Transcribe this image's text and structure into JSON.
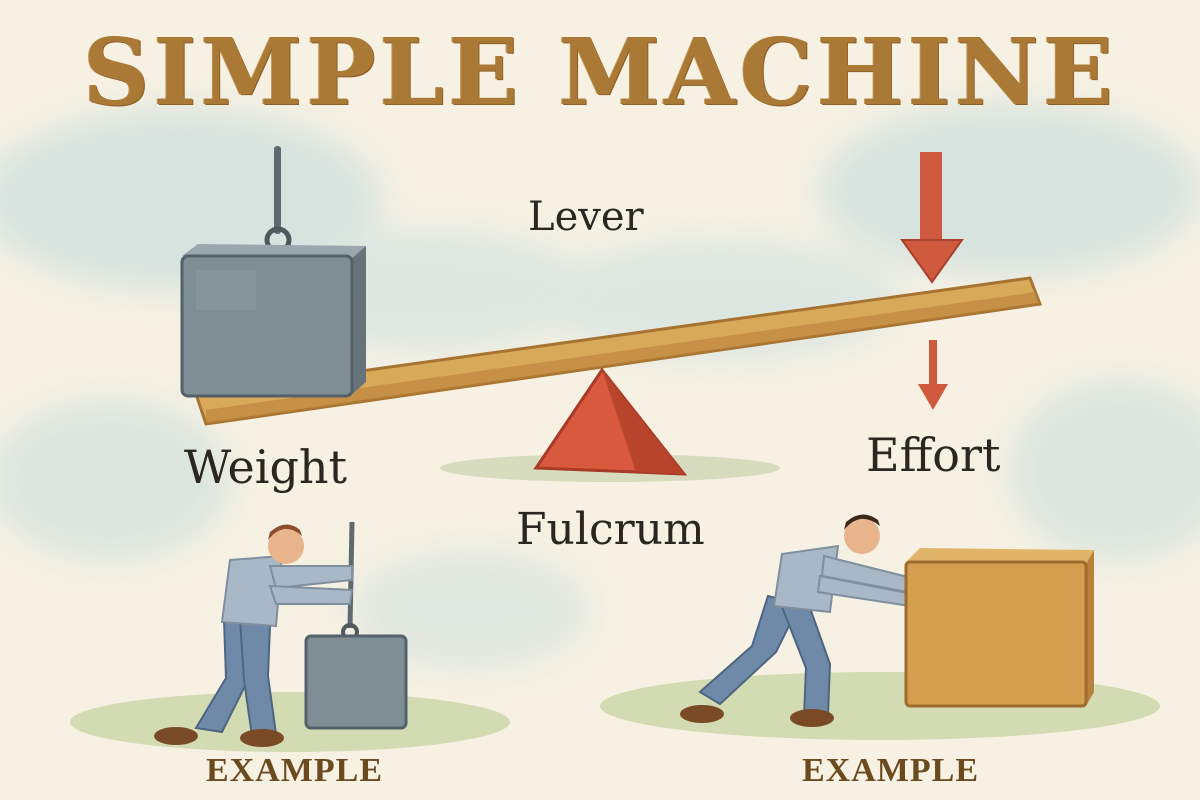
{
  "title": "SIMPLE MACHINE",
  "labels": {
    "lever": "Lever",
    "weight": "Weight",
    "effort": "Effort",
    "fulcrum": "Fulcrum",
    "example_left": "EXAMPLE",
    "example_right": "EXAMPLE"
  },
  "colors": {
    "background": "#f6f1e3",
    "title": "#a97935",
    "beam": "#d9a95a",
    "fulcrum": "#d8593e",
    "arrow": "#cf5a3e",
    "weight_block": "#7f8d95",
    "wood_box": "#d4a050",
    "shirt": "#a9b8c6",
    "pants": "#6e8aa8"
  },
  "icons": [
    "hook-icon",
    "down-arrow-icon",
    "fulcrum-triangle-icon",
    "weight-block-icon",
    "wooden-box-icon",
    "worker-figure-icon"
  ]
}
